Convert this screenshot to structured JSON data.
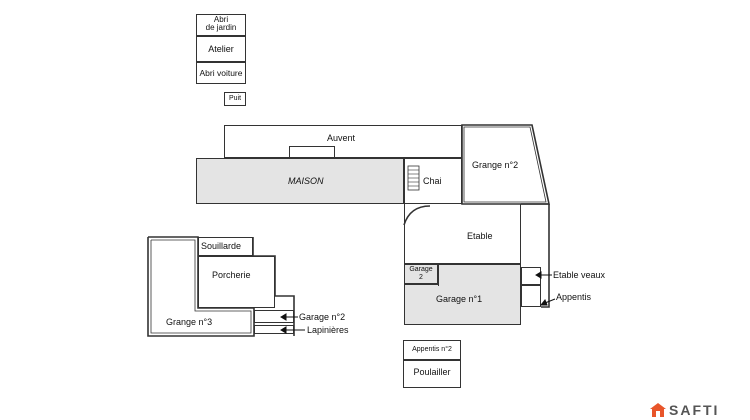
{
  "rooms": {
    "abri_jardin": "Abri\nde jardin",
    "atelier": "Atelier",
    "abri_voiture": "Abri voiture",
    "puit": "Puit",
    "auvent": "Auvent",
    "grange2": "Grange n°2",
    "maison": "MAISON",
    "chai": "Chai",
    "etable": "Etable",
    "garage2_small": "Garage\n2",
    "garage1": "Garage n°1",
    "souillarde": "Souillarde",
    "porcherie": "Porcherie",
    "grange3": "Grange n°3",
    "appentis2": "Appentis n°2",
    "poulailler": "Poulailler"
  },
  "callouts": {
    "etable_veaux": "Etable veaux",
    "appentis": "Appentis",
    "garage_n2": "Garage n°2",
    "lapinieres": "Lapinières"
  },
  "brand": {
    "logo_text": "SAFTI",
    "color": "#e8552a"
  }
}
